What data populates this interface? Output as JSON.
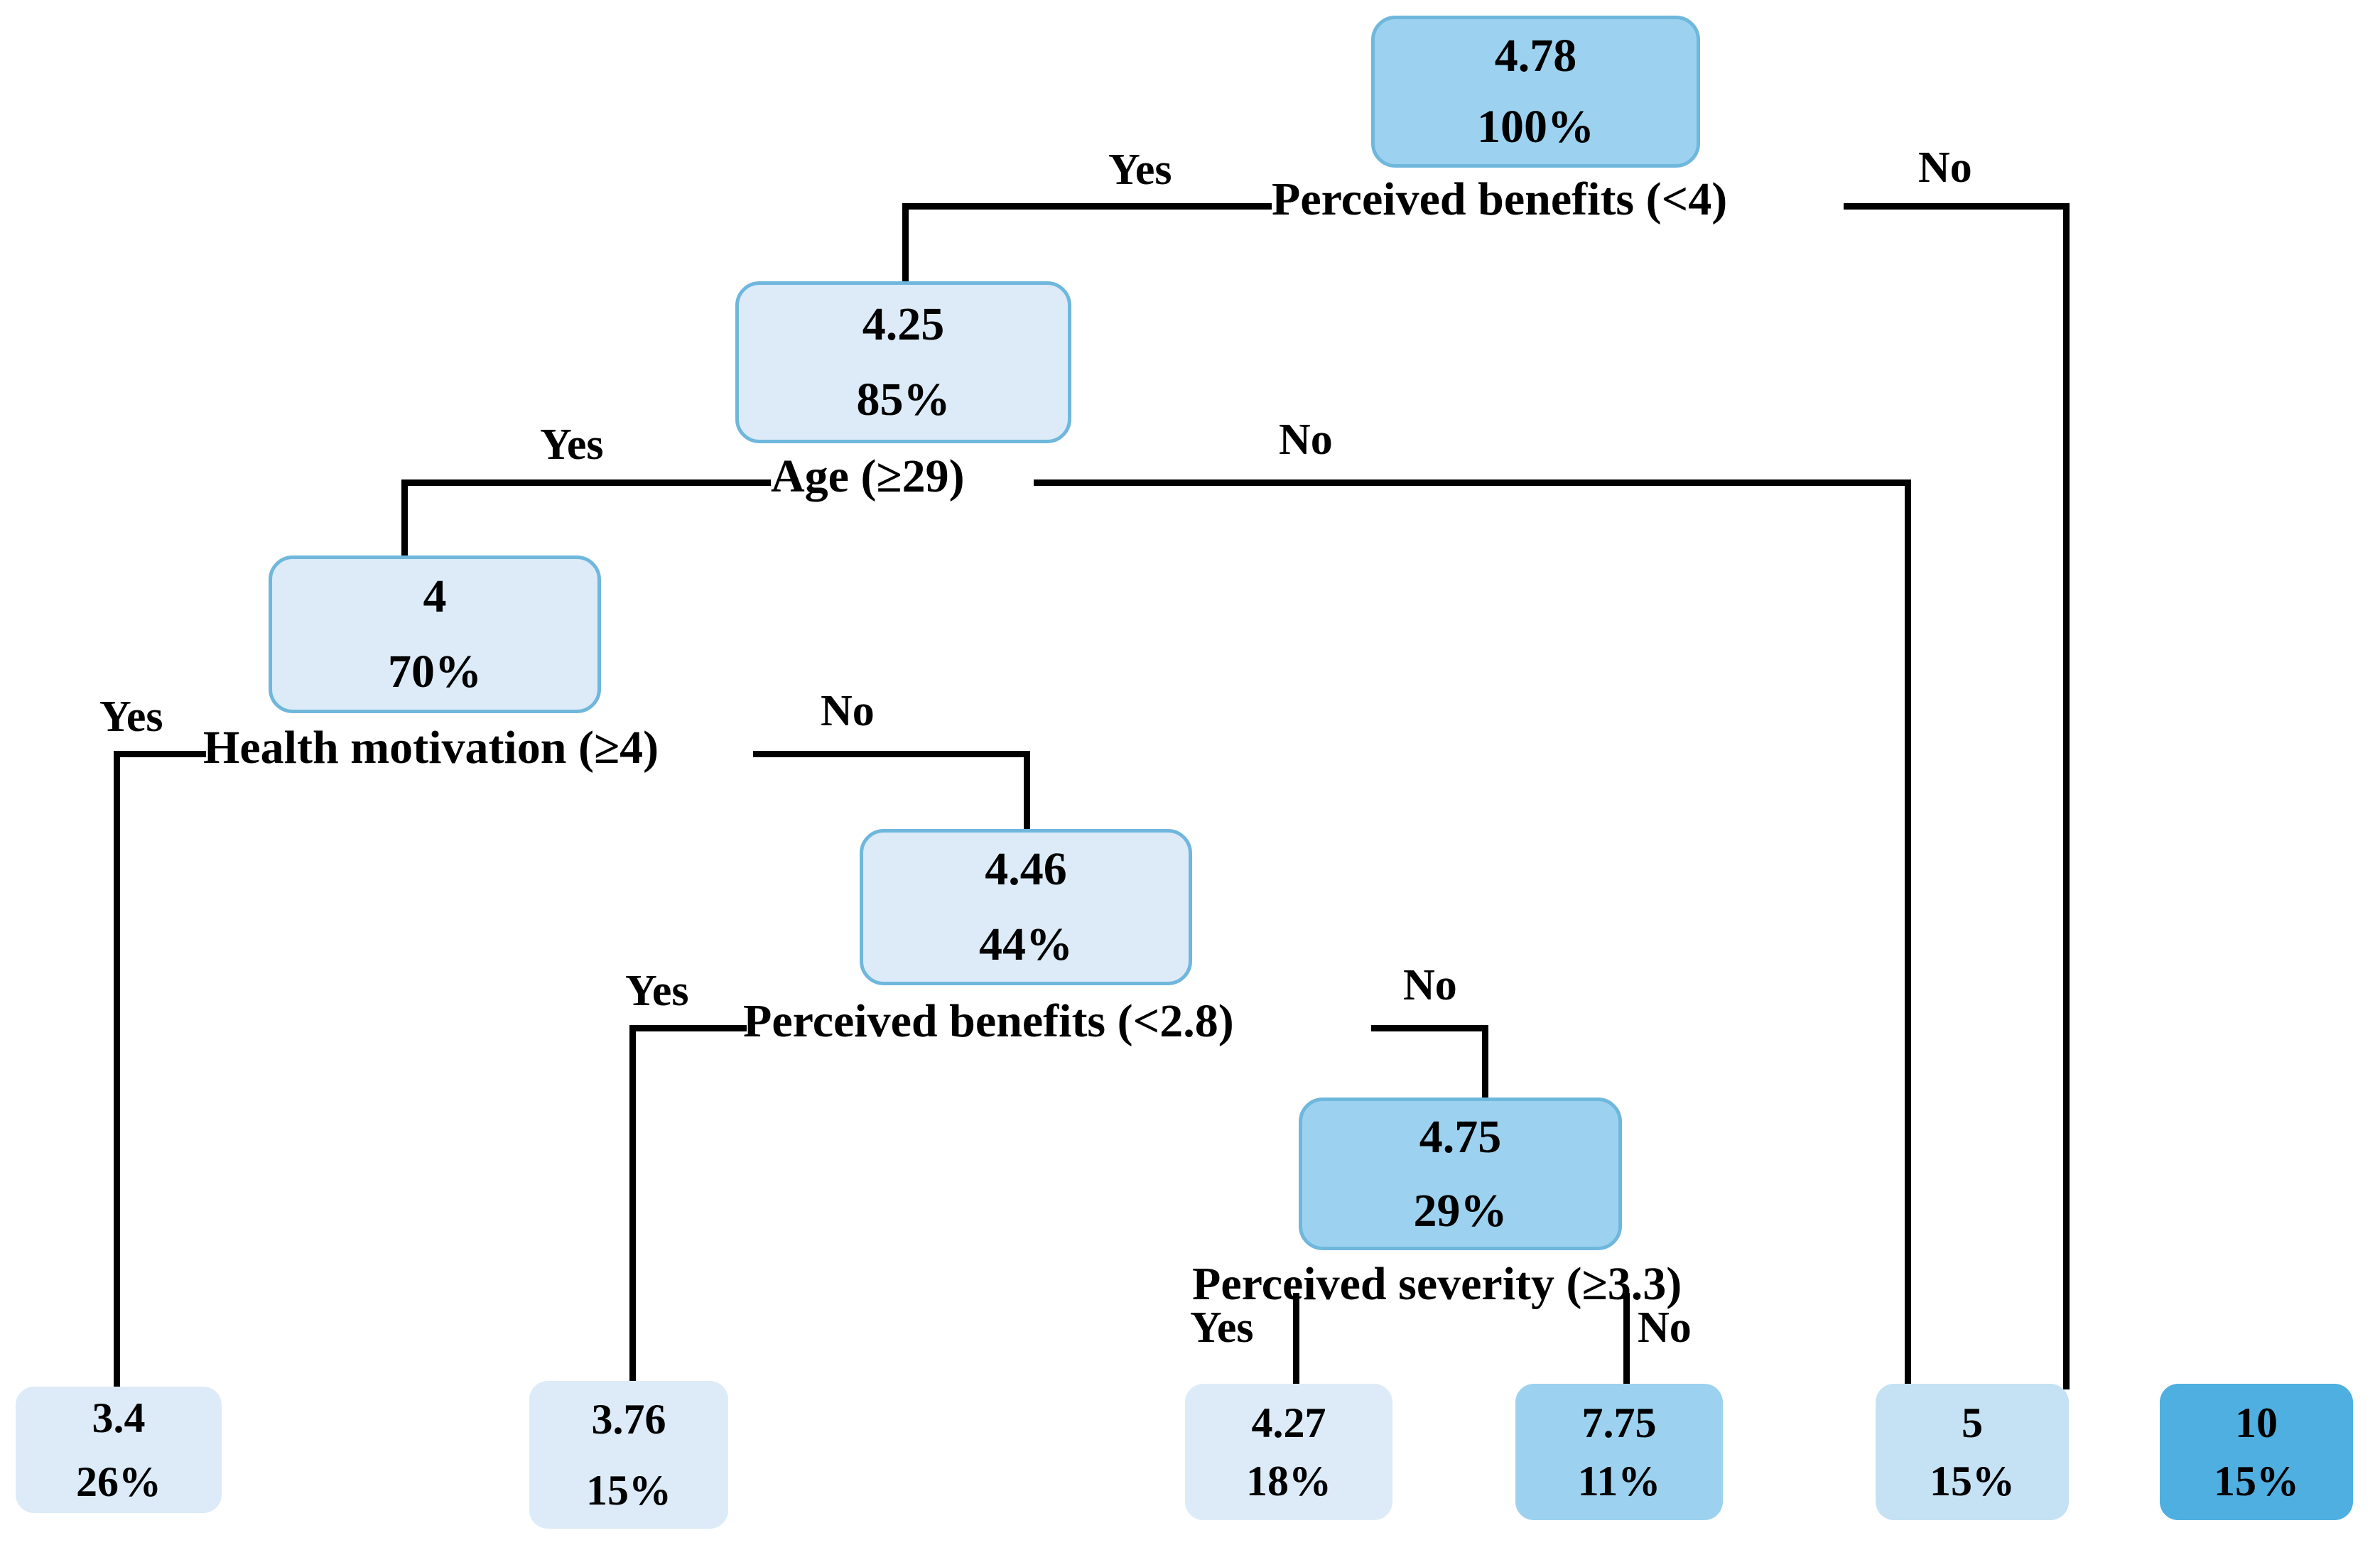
{
  "chart_data": {
    "type": "diagram",
    "subtype": "decision-tree",
    "title": "",
    "node_value_label": "predicted value",
    "node_pct_label": "percentage of sample",
    "colors": {
      "background": "#FFFFFF",
      "edge": "#000000",
      "text": "#000000",
      "node_border": "#6FB7DC",
      "fill_lightest": "#DCEBF7",
      "fill_light": "#C5E2F4",
      "fill_medium": "#9CD2EF",
      "fill_strong": "#8FCBEC",
      "fill_darkest": "#4FAFE0"
    },
    "nodes": [
      {
        "id": "root",
        "value": "4.78",
        "pct": "100%",
        "kind": "internal",
        "fill": "#9CD2EF"
      },
      {
        "id": "n_yes",
        "value": "4.25",
        "pct": "85%",
        "kind": "internal",
        "fill": "#DCEBF7"
      },
      {
        "id": "n_yes_yes",
        "value": "4",
        "pct": "70%",
        "kind": "internal",
        "fill": "#DCEBF7"
      },
      {
        "id": "n_hm_no",
        "value": "4.46",
        "pct": "44%",
        "kind": "internal",
        "fill": "#DCEBF7"
      },
      {
        "id": "n_pb28_no",
        "value": "4.75",
        "pct": "29%",
        "kind": "internal",
        "fill": "#9CD2EF"
      },
      {
        "id": "leaf_34",
        "value": "3.4",
        "pct": "26%",
        "kind": "leaf",
        "fill": "#DCEBF7"
      },
      {
        "id": "leaf_376",
        "value": "3.76",
        "pct": "15%",
        "kind": "leaf",
        "fill": "#DCEBF7"
      },
      {
        "id": "leaf_427",
        "value": "4.27",
        "pct": "18%",
        "kind": "leaf",
        "fill": "#DCEBF7"
      },
      {
        "id": "leaf_775",
        "value": "7.75",
        "pct": "11%",
        "kind": "leaf",
        "fill": "#9CD2EF"
      },
      {
        "id": "leaf_5",
        "value": "5",
        "pct": "15%",
        "kind": "leaf",
        "fill": "#C5E2F4"
      },
      {
        "id": "leaf_10",
        "value": "10",
        "pct": "15%",
        "kind": "leaf",
        "fill": "#4FAFE0"
      }
    ],
    "splits": [
      {
        "id": "split_root",
        "label": "Perceived benefits (<4)",
        "yes": "Yes",
        "no": "No",
        "yes_child": "n_yes",
        "no_child": "leaf_10"
      },
      {
        "id": "split_age",
        "label": "Age (≥29)",
        "yes": "Yes",
        "no": "No",
        "yes_child": "n_yes_yes",
        "no_child": "leaf_5"
      },
      {
        "id": "split_hm",
        "label": "Health motivation (≥4)",
        "yes": "Yes",
        "no": "No",
        "yes_child": "leaf_34",
        "no_child": "n_hm_no"
      },
      {
        "id": "split_pb28",
        "label": "Perceived benefits (<2.8)",
        "yes": "Yes",
        "no": "No",
        "yes_child": "leaf_376",
        "no_child": "n_pb28_no"
      },
      {
        "id": "split_sev",
        "label": "Perceived severity (≥3.3)",
        "yes": "Yes",
        "no": "No",
        "yes_child": "leaf_427",
        "no_child": "leaf_775"
      }
    ]
  },
  "tree": {
    "root": {
      "value": "4.78",
      "pct": "100%",
      "split_label": "Perceived benefits (<4)",
      "yes_label": "Yes",
      "no_label": "No"
    },
    "level2": {
      "value": "4.25",
      "pct": "85%",
      "split_label": "Age (≥29)",
      "yes_label": "Yes",
      "no_label": "No"
    },
    "level3": {
      "value": "4",
      "pct": "70%",
      "split_label": "Health motivation (≥4)",
      "yes_label": "Yes",
      "no_label": "No"
    },
    "level4": {
      "value": "4.46",
      "pct": "44%",
      "split_label": "Perceived benefits (<2.8)",
      "yes_label": "Yes",
      "no_label": "No"
    },
    "level5": {
      "value": "4.75",
      "pct": "29%",
      "split_label": "Perceived severity (≥3.3)",
      "yes_label": "Yes",
      "no_label": "No"
    },
    "leaves": [
      {
        "value": "3.4",
        "pct": "26%"
      },
      {
        "value": "3.76",
        "pct": "15%"
      },
      {
        "value": "4.27",
        "pct": "18%"
      },
      {
        "value": "7.75",
        "pct": "11%"
      },
      {
        "value": "5",
        "pct": "15%"
      },
      {
        "value": "10",
        "pct": "15%"
      }
    ]
  }
}
